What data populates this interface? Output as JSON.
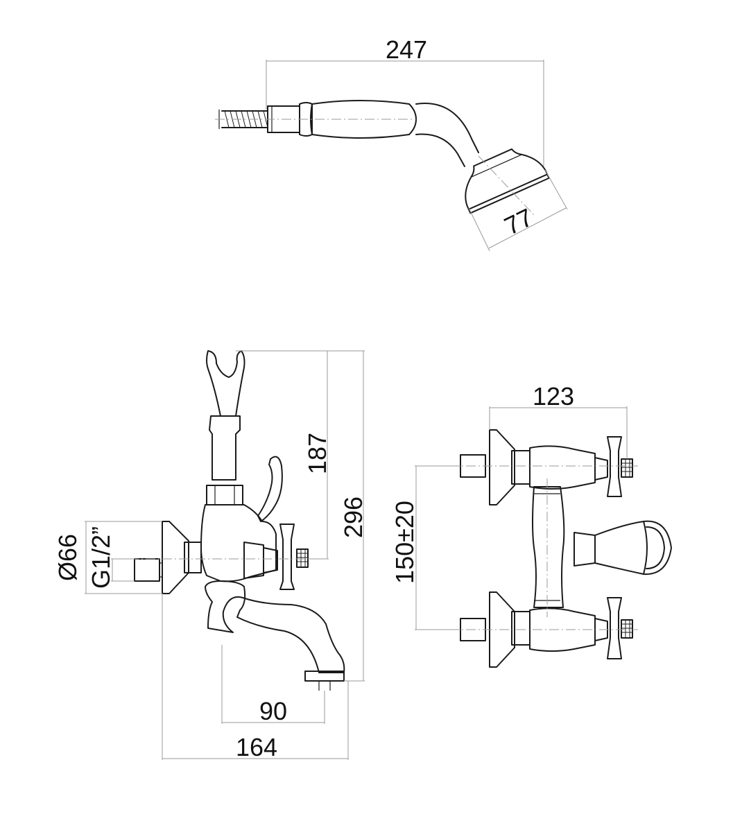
{
  "dimensions": {
    "hand_shower_length": "247",
    "shower_head_diameter": "77",
    "holder_height": "187",
    "total_height": "296",
    "flange_diameter": "Ø66",
    "thread_size": "G1/2”",
    "spout_reach": "90",
    "total_depth": "164",
    "handle_spacing": "123",
    "inlet_centers": "150±20"
  },
  "colors": {
    "line": "#1a1a1a",
    "dimension_line": "#9a9a9a",
    "background": "#ffffff"
  }
}
